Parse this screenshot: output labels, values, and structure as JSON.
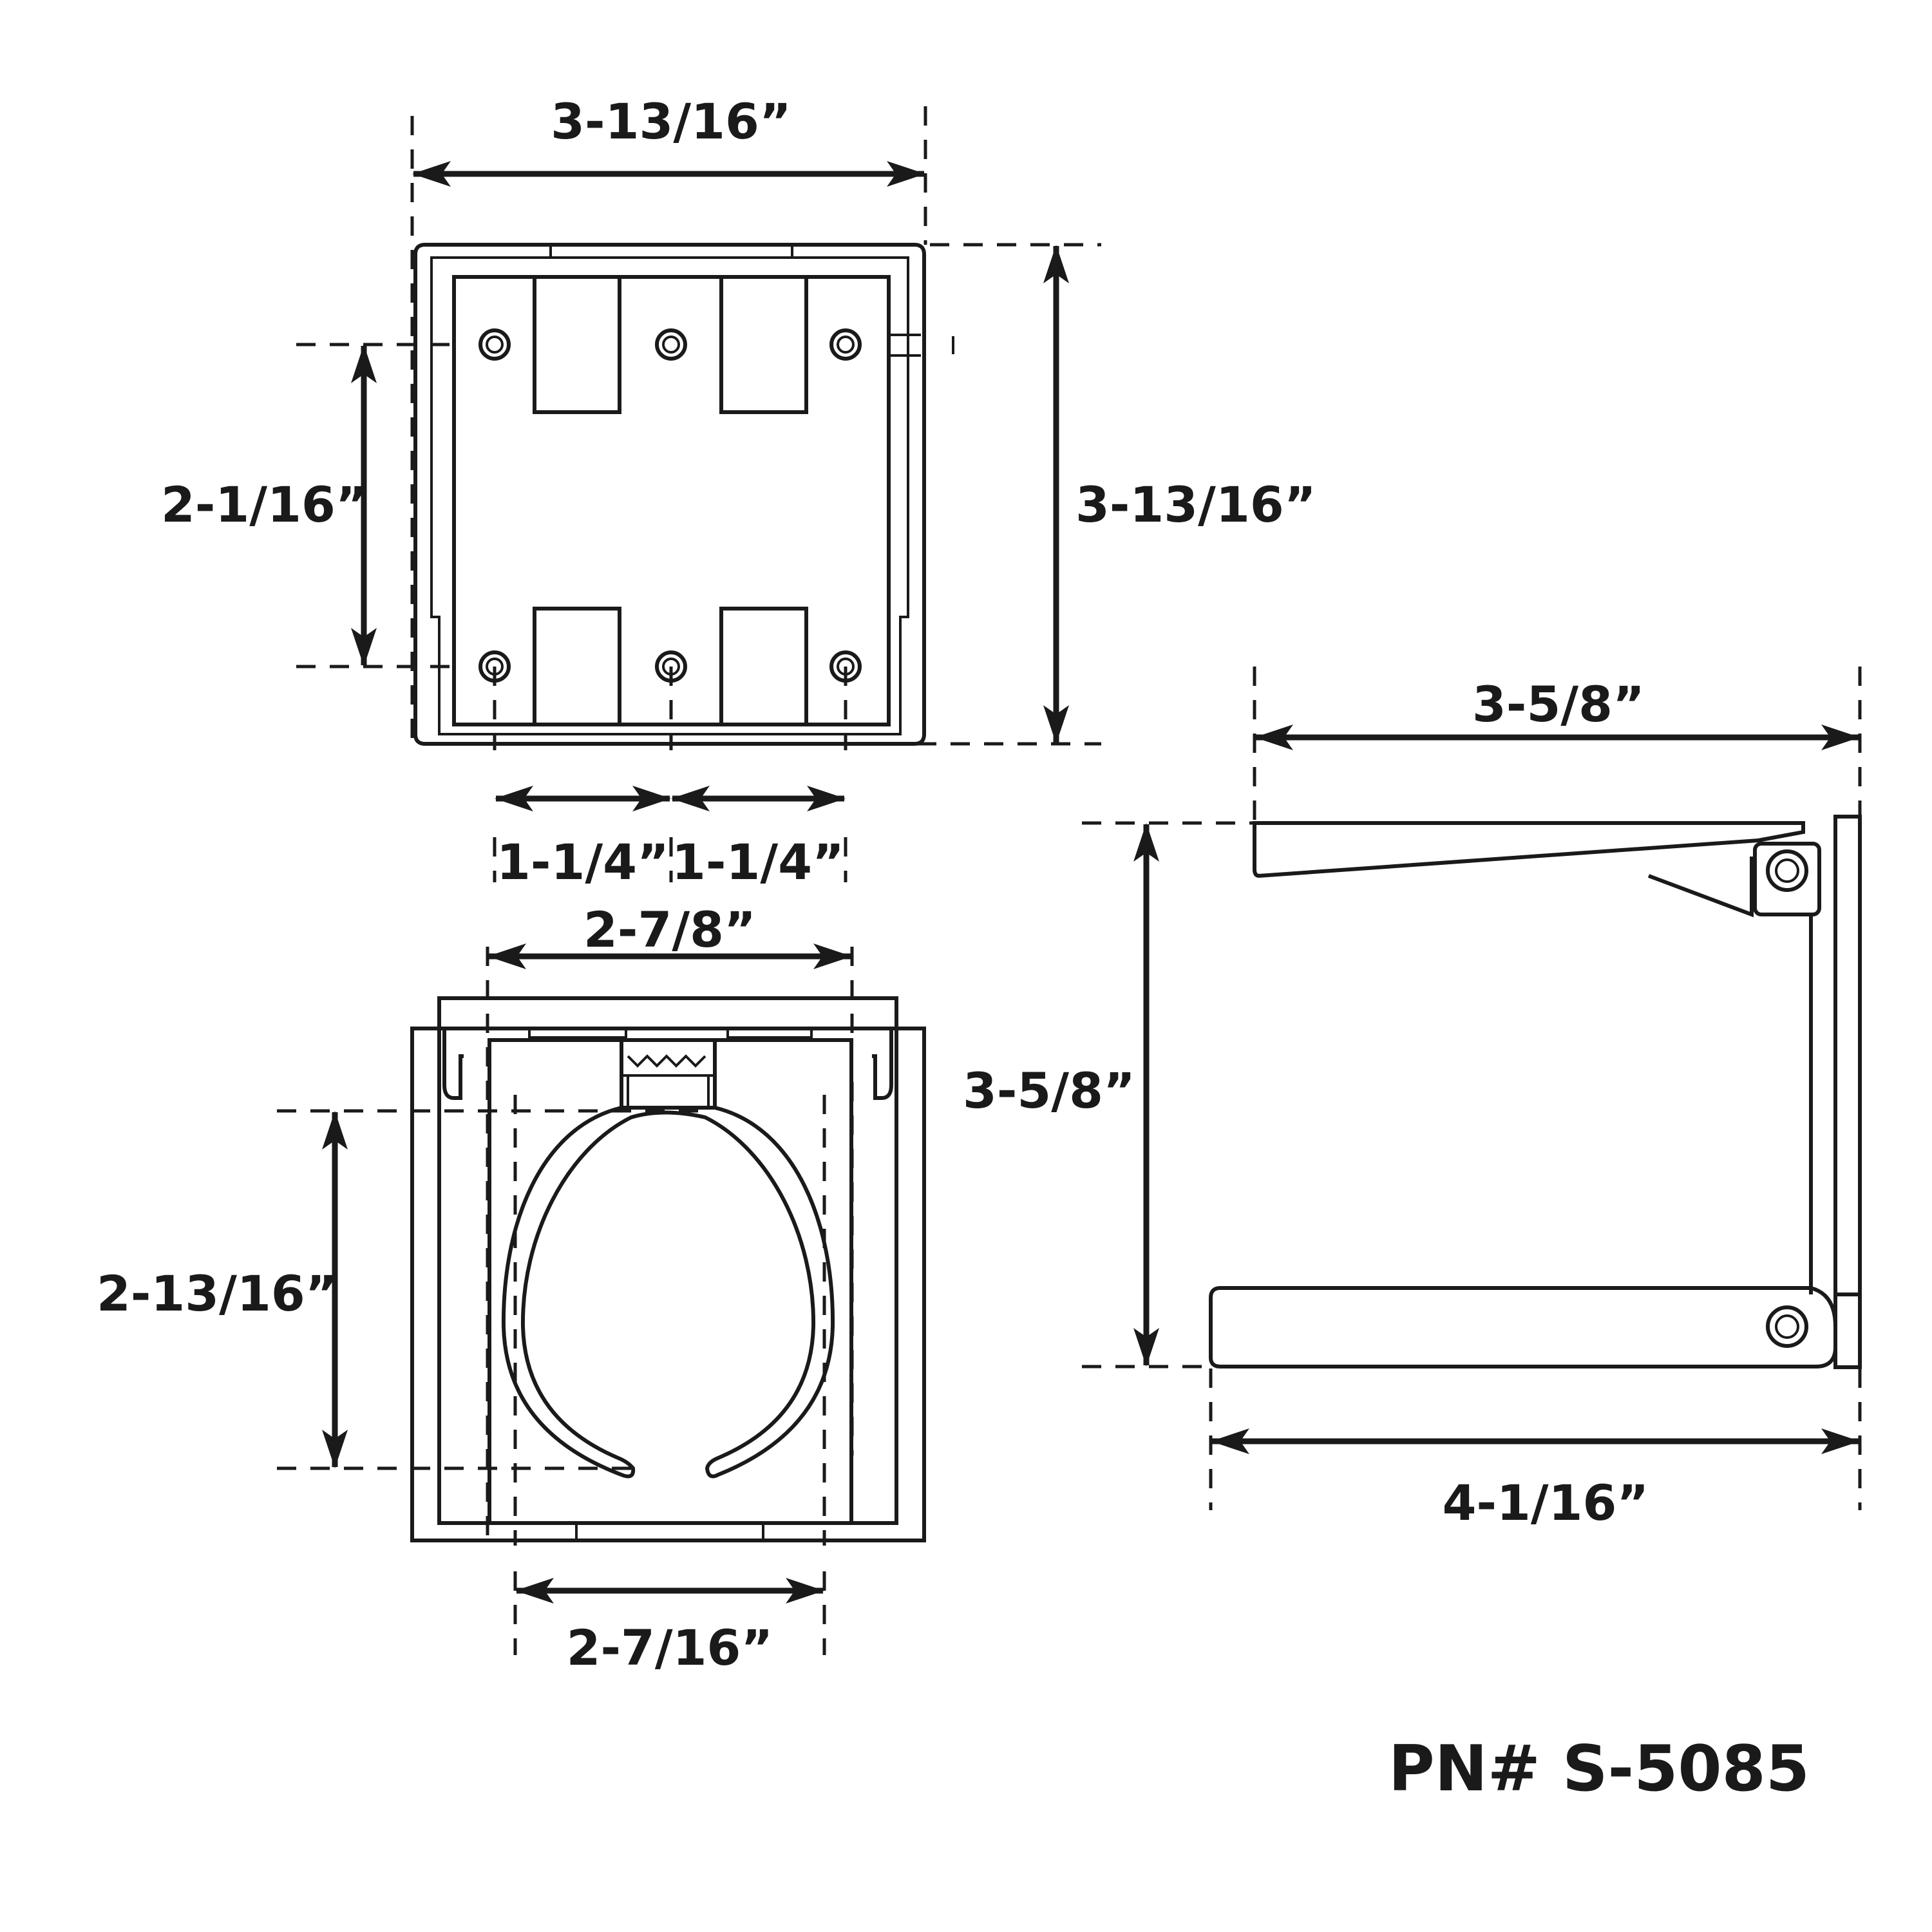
{
  "part_number": "PN# S-5085",
  "top_view": {
    "overall_width": "3-13/16”",
    "overall_height": "3-13/16”",
    "hole_vertical_spacing": "2-1/16”",
    "hole_spacing_left": "1-1/4”",
    "hole_spacing_right": "1-1/4”"
  },
  "front_view": {
    "holder_width": "2-7/8”",
    "ring_height": "2-13/16”",
    "ring_opening": "2-7/16”"
  },
  "side_view": {
    "arm_depth": "3-5/8”",
    "arm_height": "3-5/8”",
    "overall_depth": "4-1/16”"
  }
}
